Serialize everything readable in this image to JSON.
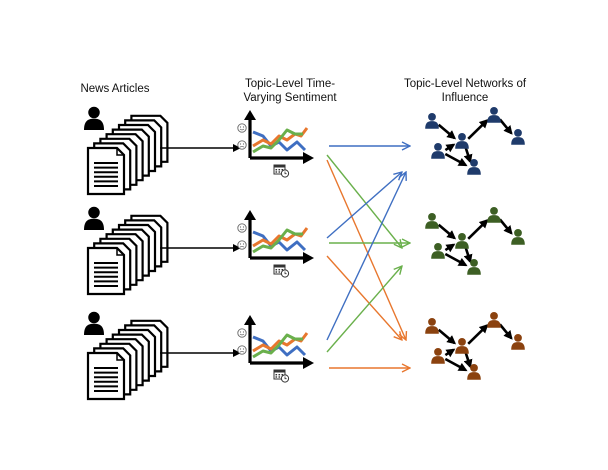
{
  "columns": [
    {
      "title": "News Articles"
    },
    {
      "title_line1": "Topic-Level Time-",
      "title_line2": "Varying Sentiment"
    },
    {
      "title_line1": "Topic-Level Networks of",
      "title_line2": "Influence"
    }
  ],
  "colors": {
    "blue_series": "#3f6fc2",
    "orange_series": "#e8772e",
    "green_series": "#6ab04c",
    "network_blue": "#1f3b6b",
    "network_green": "#3d5f24",
    "network_brown": "#8b420f",
    "black": "#000000"
  },
  "rows": [
    {
      "topic": 1,
      "network_color_key": "network_blue"
    },
    {
      "topic": 2,
      "network_color_key": "network_green"
    },
    {
      "topic": 3,
      "network_color_key": "network_brown"
    }
  ],
  "icons": {
    "person": "person-icon",
    "documents": "document-stack-icon",
    "happy": "smiley-happy-icon",
    "sad": "smiley-sad-icon",
    "calendar": "calendar-clock-icon"
  },
  "cross_links": [
    {
      "from_row": 1,
      "to_row": 1,
      "color": "blue_series"
    },
    {
      "from_row": 1,
      "to_row": 2,
      "color": "green_series"
    },
    {
      "from_row": 1,
      "to_row": 3,
      "color": "orange_series"
    },
    {
      "from_row": 2,
      "to_row": 1,
      "color": "blue_series"
    },
    {
      "from_row": 2,
      "to_row": 2,
      "color": "green_series"
    },
    {
      "from_row": 2,
      "to_row": 3,
      "color": "orange_series"
    },
    {
      "from_row": 3,
      "to_row": 1,
      "color": "blue_series"
    },
    {
      "from_row": 3,
      "to_row": 2,
      "color": "green_series"
    },
    {
      "from_row": 3,
      "to_row": 3,
      "color": "orange_series"
    }
  ]
}
